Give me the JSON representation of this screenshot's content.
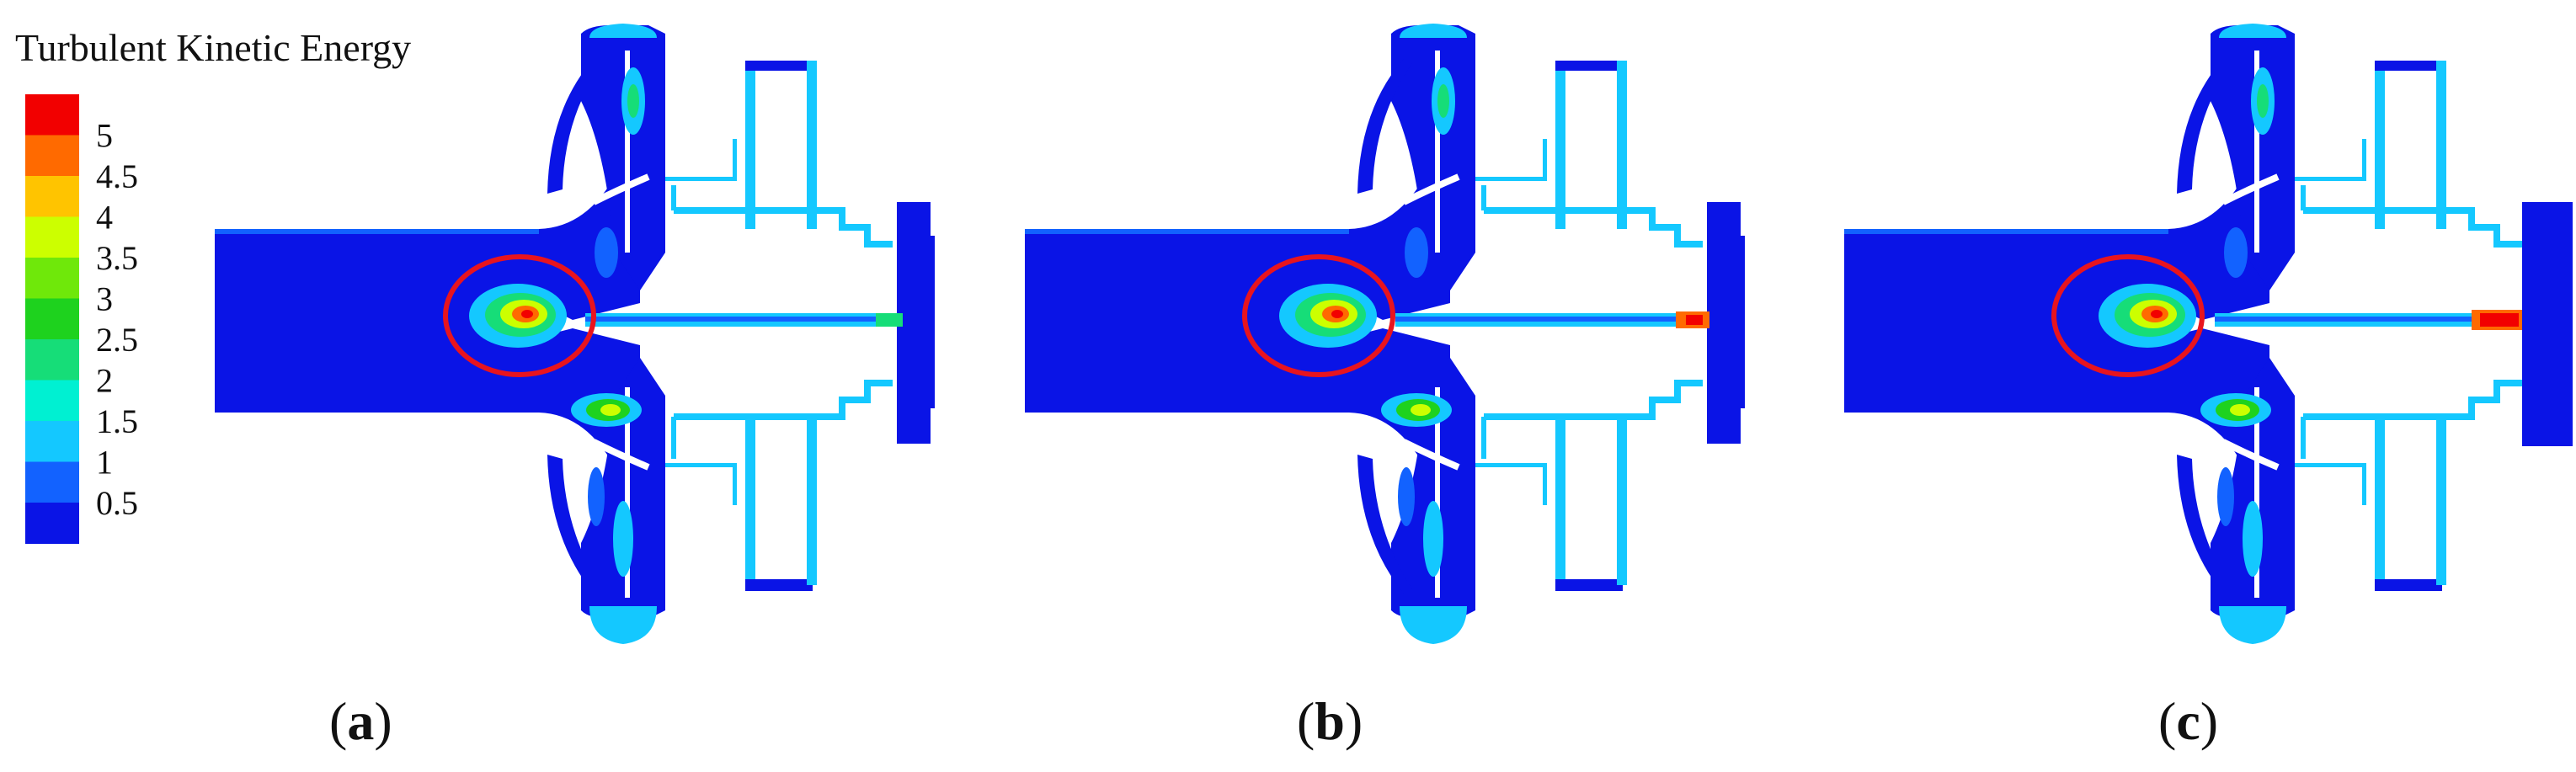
{
  "legend": {
    "title": "Turbulent Kinetic Energy",
    "levels": [
      {
        "label": "5",
        "color": "#f20000"
      },
      {
        "label": "4.5",
        "color": "#ff6a00"
      },
      {
        "label": "4",
        "color": "#ffc400"
      },
      {
        "label": "3.5",
        "color": "#ccff00"
      },
      {
        "label": "3",
        "color": "#6fe80a"
      },
      {
        "label": "2.5",
        "color": "#1ed21e"
      },
      {
        "label": "2",
        "color": "#16dd78"
      },
      {
        "label": "1.5",
        "color": "#00f0d2"
      },
      {
        "label": "1",
        "color": "#14c8ff"
      },
      {
        "label": "0.5",
        "color": "#1262ff"
      },
      {
        "label": "",
        "color": "#0a14e6"
      }
    ]
  },
  "panels": [
    {
      "id": "a",
      "letter": "a"
    },
    {
      "id": "b",
      "letter": "b"
    },
    {
      "id": "c",
      "letter": "c"
    }
  ],
  "colors": {
    "background": "#ffffff",
    "field_base": "#0a14e6",
    "highlight_ring": "#e8141e"
  }
}
